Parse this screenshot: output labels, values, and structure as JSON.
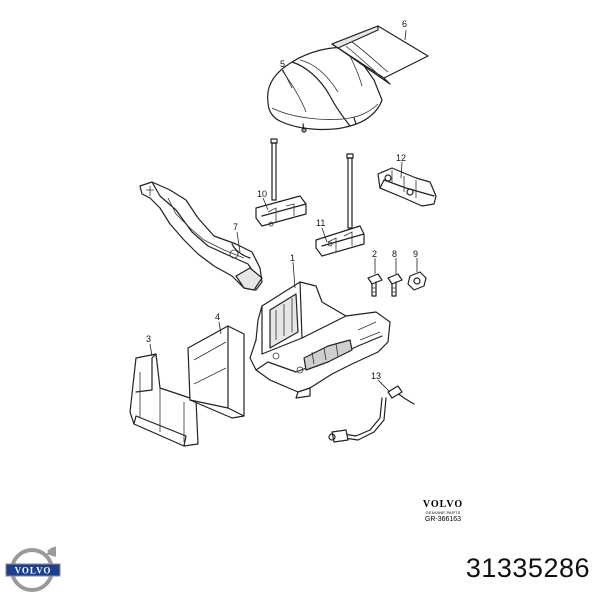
{
  "callouts": {
    "c1": "1",
    "c2": "2",
    "c3": "3",
    "c4": "4",
    "c5": "5",
    "c6": "6",
    "c7": "7",
    "c8": "8",
    "c9": "9",
    "c10": "10",
    "c11": "11",
    "c12": "12",
    "c13": "13"
  },
  "stamp": {
    "brand": "VOLVO",
    "subtitle": "GENUINE PARTS",
    "reference": "GR-366163"
  },
  "logo": {
    "text": "VOLVO",
    "icon": "volvo-iron-mark-icon"
  },
  "part_number": "31335286",
  "colors": {
    "line": "#222222",
    "logo_blue": "#1d3f8f",
    "logo_ring": "#9a9a9a"
  }
}
